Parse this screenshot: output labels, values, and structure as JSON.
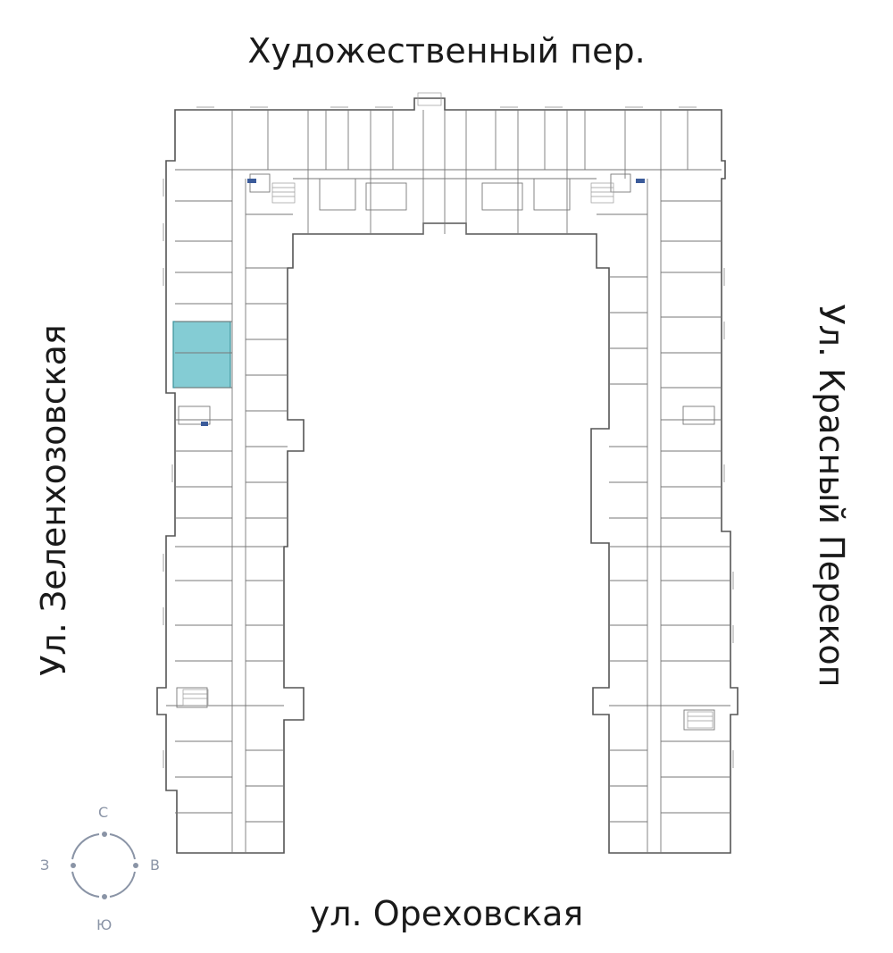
{
  "streets": {
    "north": "Художественный пер.",
    "south": "ул. Ореховская",
    "west": "Ул. Зеленхозовская",
    "east": "Ул. Красный Перекоп"
  },
  "compass": {
    "north": "С",
    "south": "Ю",
    "west": "З",
    "east": "В"
  },
  "colors": {
    "highlight": "#6fc3cc",
    "walls": "#555555",
    "compass": "#8a94a6"
  },
  "building": {
    "shape": "U-shaped residential block, floor plan",
    "highlighted_unit": "selected apartment on west wing"
  }
}
